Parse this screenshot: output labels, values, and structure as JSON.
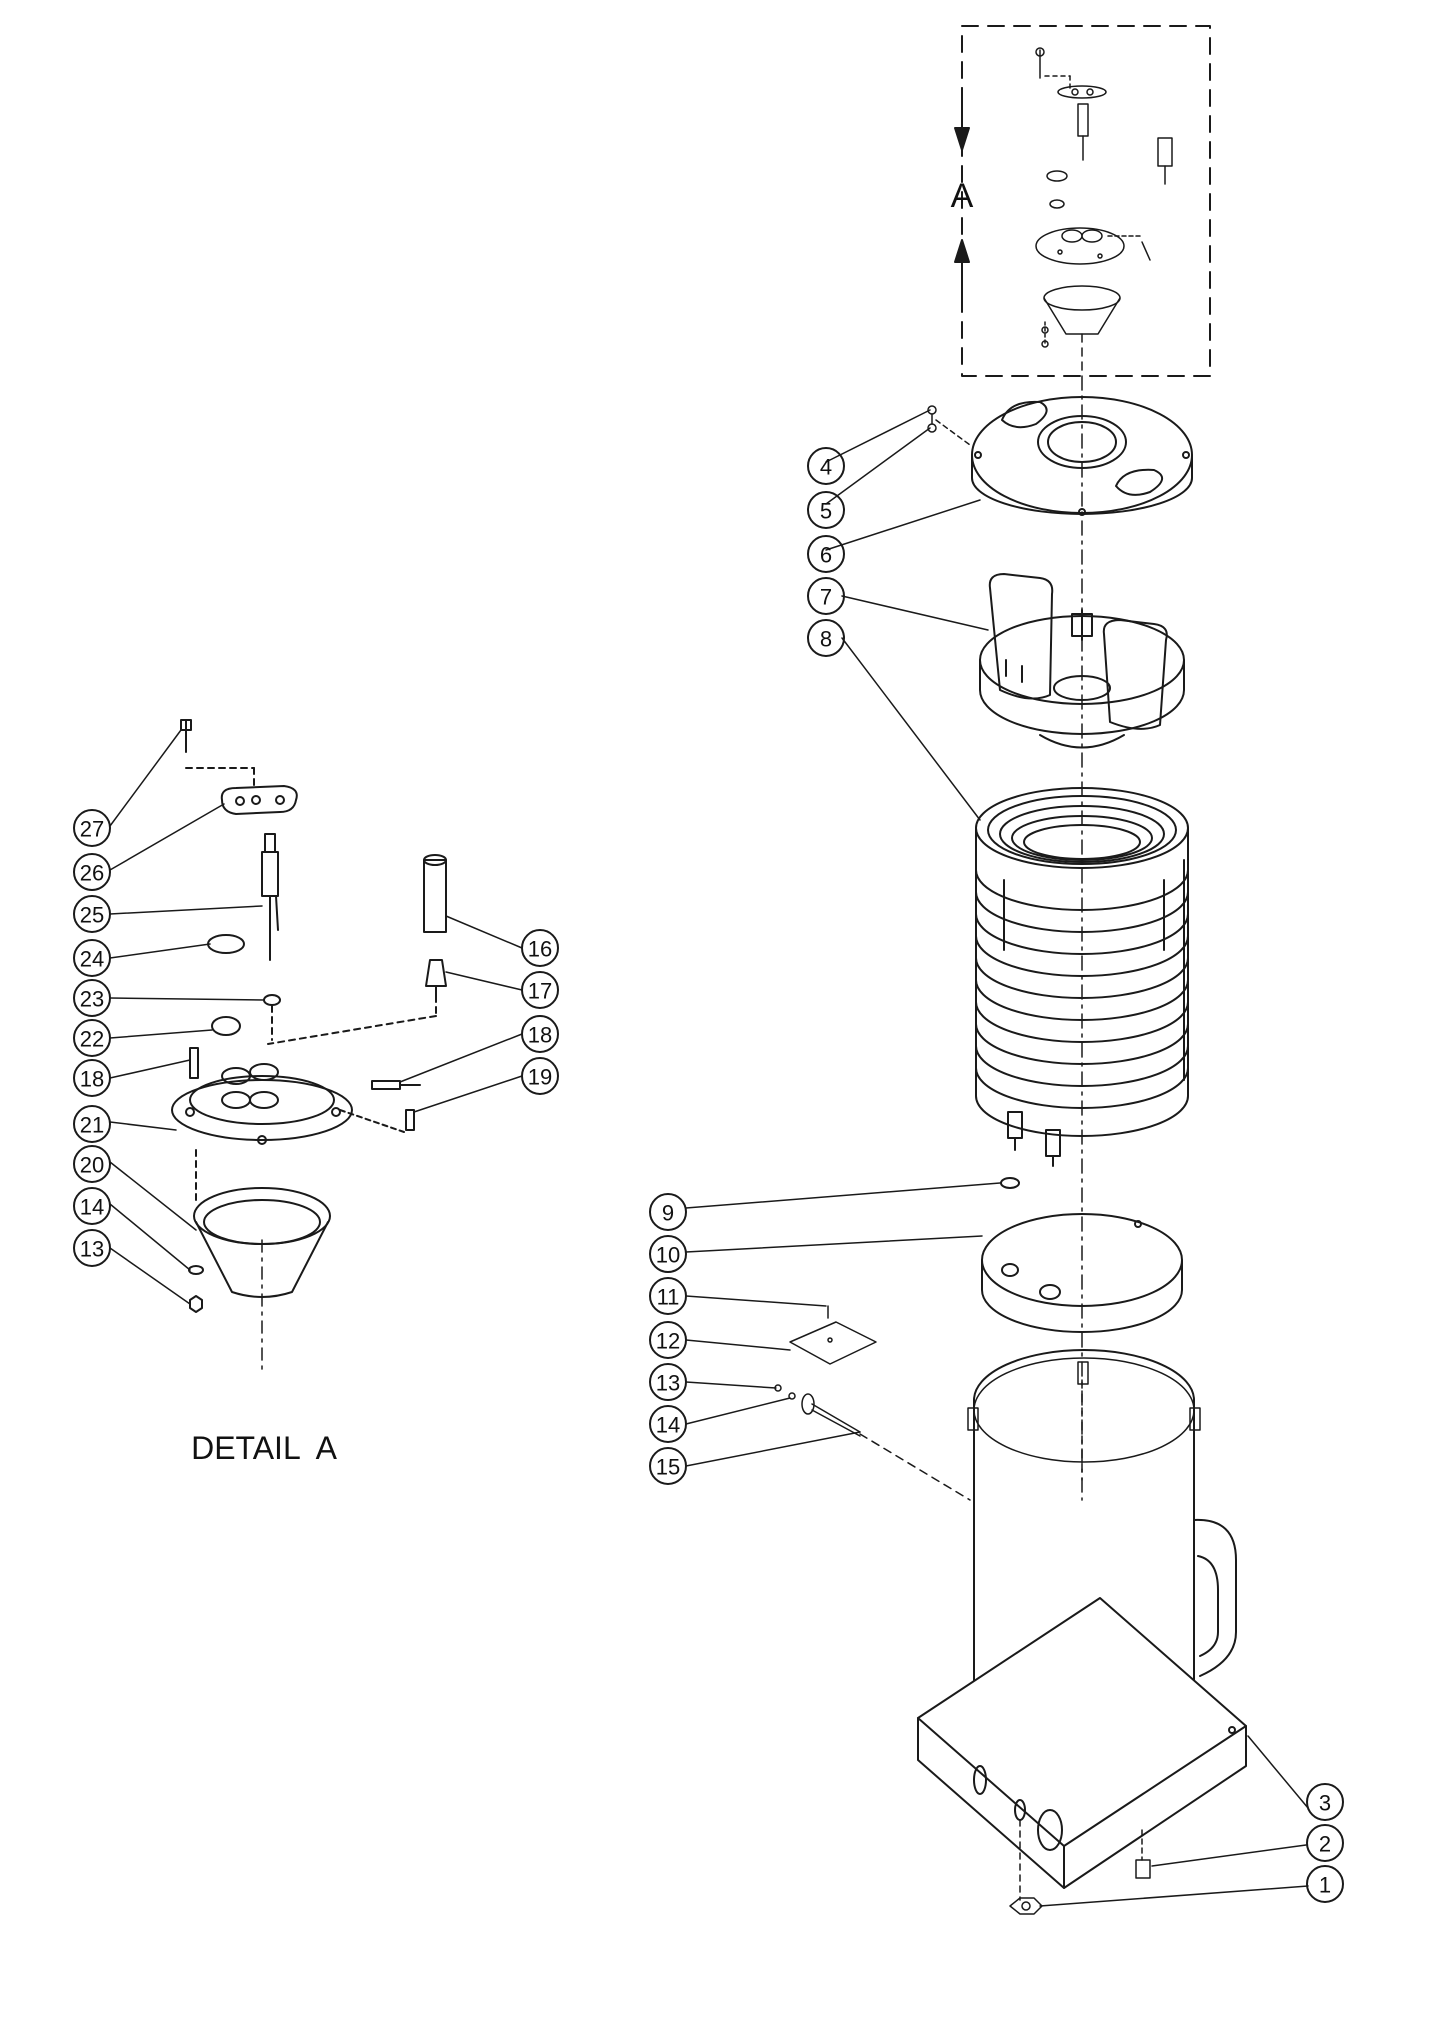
{
  "diagram": {
    "detail_callout_letter": "A",
    "detail_caption": "DETAIL  A",
    "main_callouts": [
      "1",
      "2",
      "3",
      "4",
      "5",
      "6",
      "7",
      "8",
      "9",
      "10",
      "11",
      "12",
      "13",
      "14",
      "15"
    ],
    "detail_callouts": [
      "13",
      "14",
      "16",
      "17",
      "18",
      "18",
      "19",
      "20",
      "21",
      "22",
      "23",
      "24",
      "25",
      "26",
      "27"
    ]
  }
}
